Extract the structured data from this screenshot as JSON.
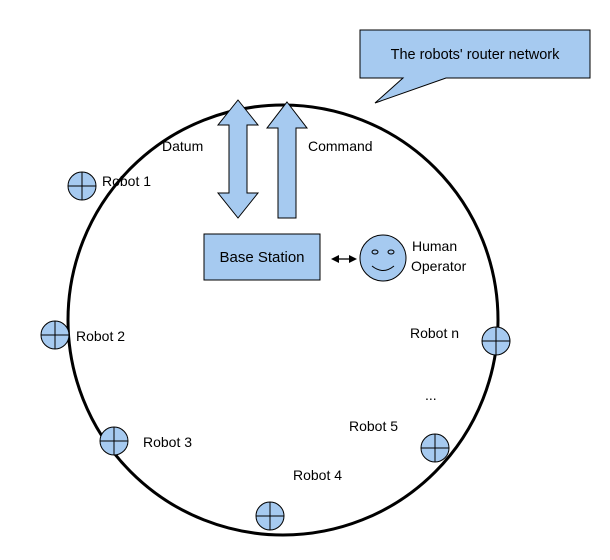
{
  "callout": {
    "text": "The robots' router network"
  },
  "labels": {
    "datum": "Datum",
    "command": "Command",
    "base_station": "Base Station",
    "human_line1": "Human",
    "human_line2": "Operator",
    "robot_1": "Robot 1",
    "robot_2": "Robot 2",
    "robot_3": "Robot 3",
    "robot_4": "Robot 4",
    "robot_5": "Robot 5",
    "robot_n": "Robot n",
    "ellipsis": "..."
  },
  "colors": {
    "node_fill": "#a6caf0",
    "stroke": "#000000",
    "ring": "#000000",
    "text": "#000000"
  },
  "icons": {
    "robot_node": "crosshair-circle-icon",
    "human_operator": "smiley-face-icon"
  }
}
